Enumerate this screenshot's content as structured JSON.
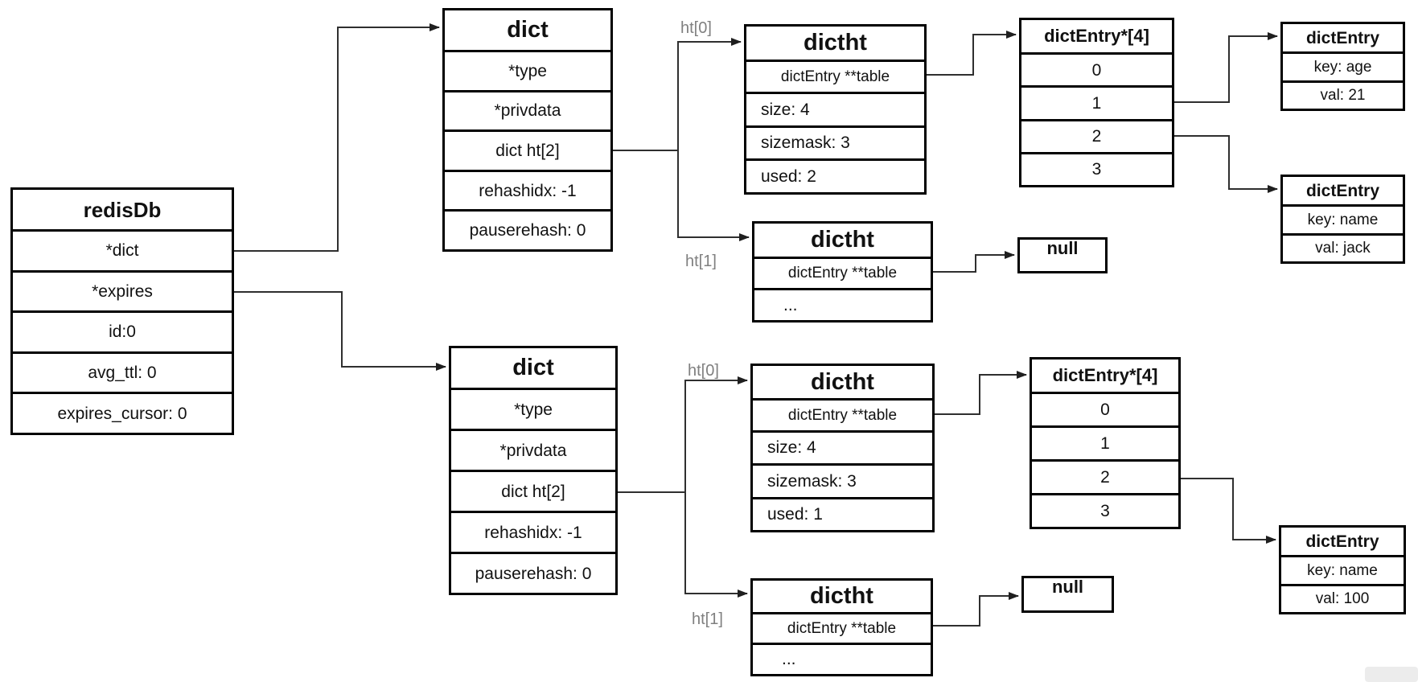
{
  "diagram": {
    "redisdb": {
      "title": "redisDb",
      "rows": [
        "*dict",
        "*expires",
        "id:0",
        "avg_ttl: 0",
        "expires_cursor: 0"
      ]
    },
    "dict_top": {
      "title": "dict",
      "rows": [
        "*type",
        "*privdata",
        "dict ht[2]",
        "rehashidx: -1",
        "pauserehash: 0"
      ]
    },
    "dict_bottom": {
      "title": "dict",
      "rows": [
        "*type",
        "*privdata",
        "dict ht[2]",
        "rehashidx: -1",
        "pauserehash: 0"
      ]
    },
    "dictht_top_ht0": {
      "title": "dictht",
      "rows": [
        "dictEntry **table",
        "size: 4",
        "sizemask: 3",
        "used: 2"
      ]
    },
    "dictht_top_ht1": {
      "title": "dictht",
      "rows": [
        "dictEntry **table",
        "..."
      ]
    },
    "dictht_bottom_ht0": {
      "title": "dictht",
      "rows": [
        "dictEntry **table",
        "size: 4",
        "sizemask: 3",
        "used: 1"
      ]
    },
    "dictht_bottom_ht1": {
      "title": "dictht",
      "rows": [
        "dictEntry **table",
        "..."
      ]
    },
    "bucket_top": {
      "title": "dictEntry*[4]",
      "rows": [
        "0",
        "1",
        "2",
        "3"
      ]
    },
    "bucket_bottom": {
      "title": "dictEntry*[4]",
      "rows": [
        "0",
        "1",
        "2",
        "3"
      ]
    },
    "entry_age": {
      "title": "dictEntry",
      "rows": [
        "key: age",
        "val: 21"
      ]
    },
    "entry_name_jack": {
      "title": "dictEntry",
      "rows": [
        "key: name",
        "val: jack"
      ]
    },
    "entry_name_100": {
      "title": "dictEntry",
      "rows": [
        "key: name",
        "val: 100"
      ]
    },
    "null_top": "null",
    "null_bottom": "null",
    "labels": {
      "top_ht0": "ht[0]",
      "top_ht1": "ht[1]",
      "bottom_ht0": "ht[0]",
      "bottom_ht1": "ht[1]"
    }
  },
  "colors": {
    "background": "#ffffff",
    "box_border": "#000000",
    "connector": "#2f2f2f",
    "pointer_label": "#808080",
    "text": "#111111"
  }
}
